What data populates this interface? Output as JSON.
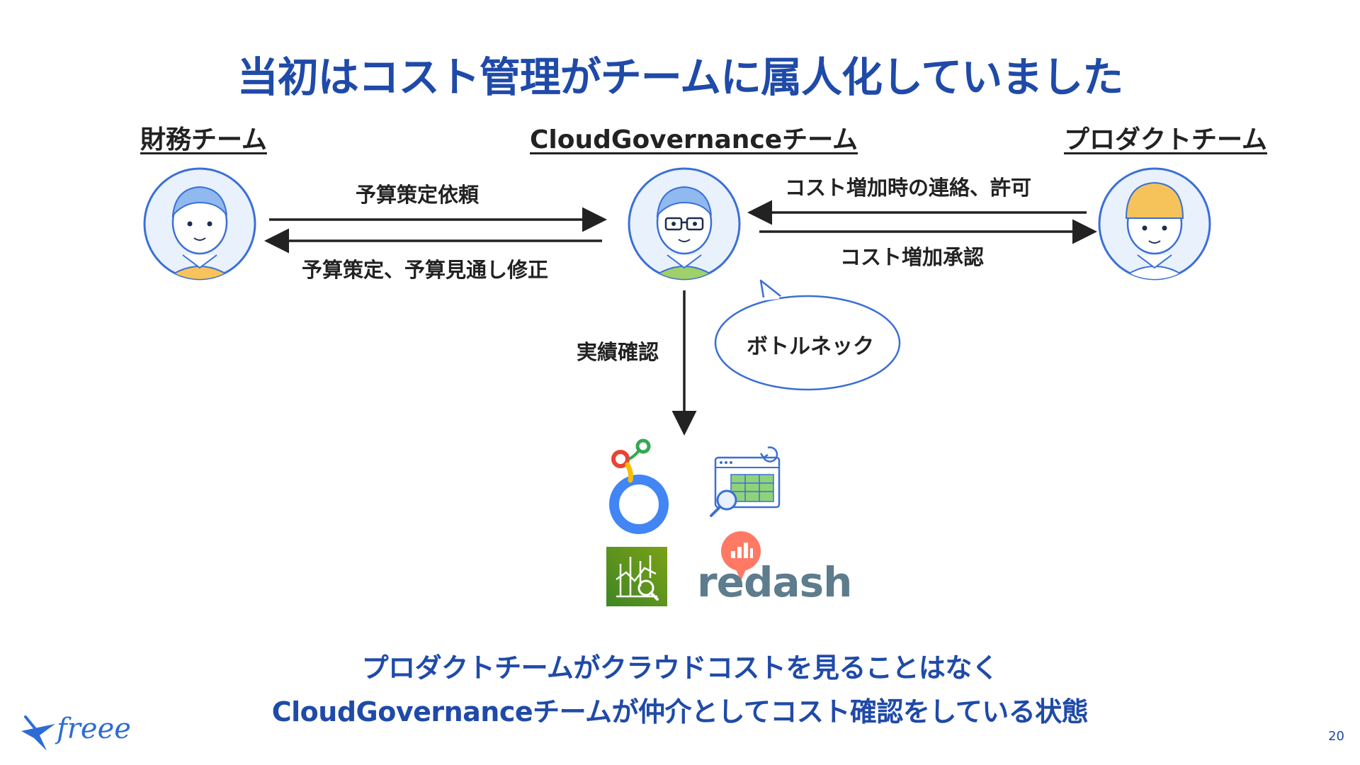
{
  "title": "当初はコスト管理がチームに属人化していました",
  "teams": {
    "finance": "財務チーム",
    "cloud_governance": "CloudGovernanceチーム",
    "product": "プロダクトチーム"
  },
  "edges": {
    "finance_to_cg": "予算策定依頼",
    "cg_to_finance": "予算策定、予算見通し修正",
    "product_to_cg": "コスト増加時の連絡、許可",
    "cg_to_product": "コスト増加承認",
    "cg_to_tools": "実績確認"
  },
  "bubble": "ボトルネック",
  "tools": {
    "redash_label": "redash"
  },
  "conclusion": {
    "line1": "プロダクトチームがクラウドコストを見ることはなく",
    "line2": "CloudGovernanceチームが仲介としてコスト確認をしている状態"
  },
  "brand": "freee",
  "page_number": "20",
  "colors": {
    "title_blue": "#1f4aa8",
    "avatar_ring": "#3b6fd6",
    "avatar_bg": "#e8f1fc",
    "arrow": "#222222"
  }
}
